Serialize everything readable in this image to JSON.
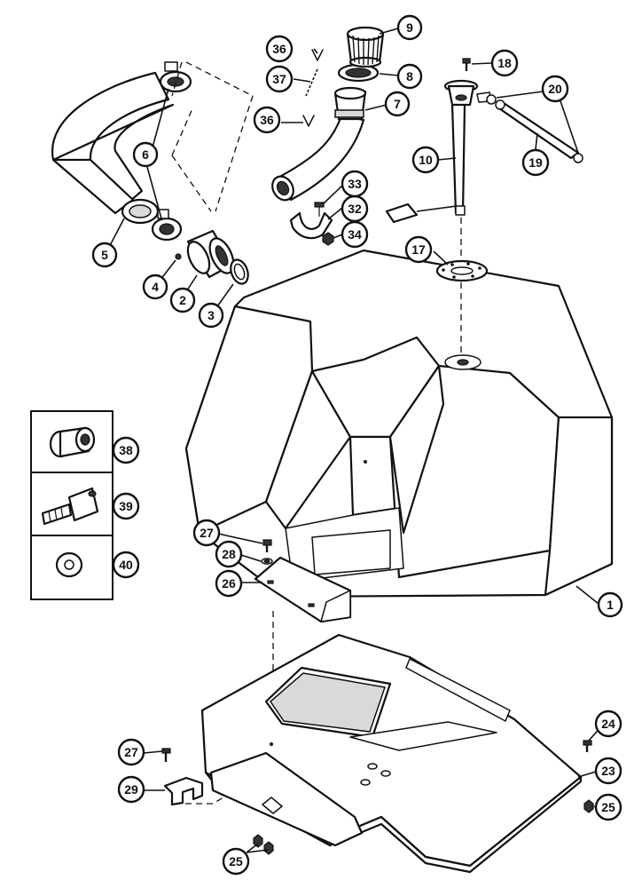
{
  "callouts": {
    "c1": "1",
    "c2": "2",
    "c3": "3",
    "c4": "4",
    "c5": "5",
    "c6": "6",
    "c7": "7",
    "c8": "8",
    "c9": "9",
    "c10": "10",
    "c17": "17",
    "c18": "18",
    "c19": "19",
    "c20": "20",
    "c23": "23",
    "c24": "24",
    "c25a": "25",
    "c25b": "25",
    "c26": "26",
    "c27a": "27",
    "c27b": "27",
    "c28": "28",
    "c29": "29",
    "c32": "32",
    "c33": "33",
    "c34": "34",
    "c36a": "36",
    "c36b": "36",
    "c37": "37",
    "c38": "38",
    "c39": "39",
    "c40": "40"
  }
}
